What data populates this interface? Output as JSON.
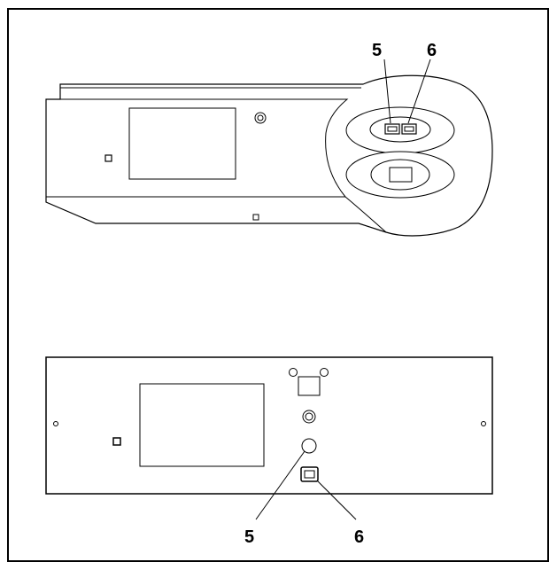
{
  "callouts": {
    "top_left": "5",
    "top_right": "6",
    "bottom_left": "5",
    "bottom_right": "6"
  }
}
